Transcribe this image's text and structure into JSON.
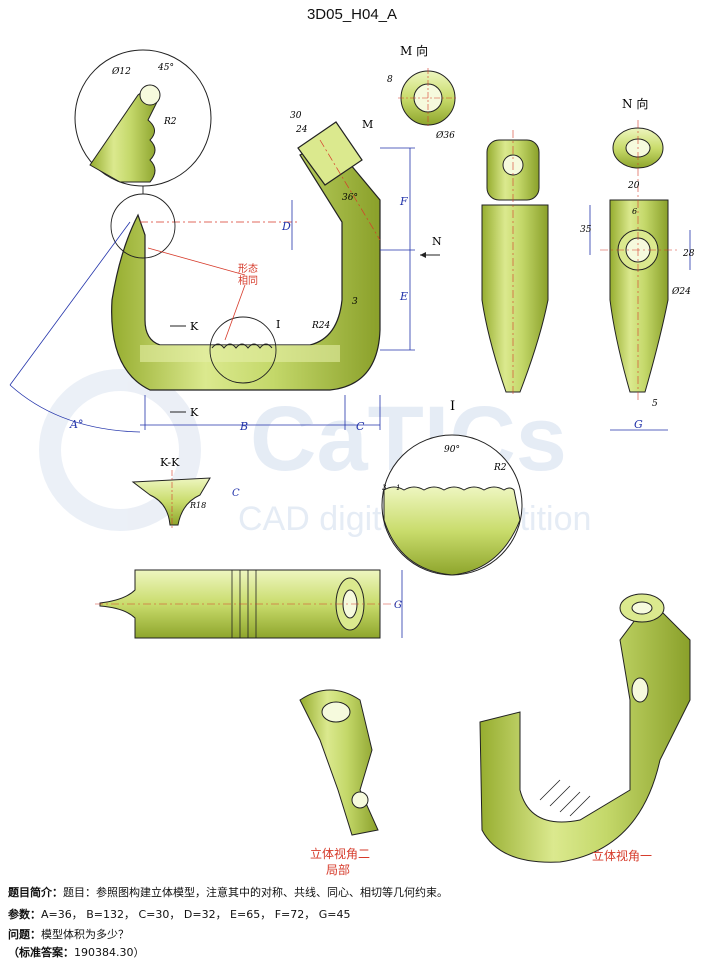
{
  "title": "3D05_H04_A",
  "views": {
    "m_view": "M 向",
    "n_view": "N 向",
    "section_kk": "K-K",
    "detail_i": "I",
    "note_same_shape": "形态\n相同",
    "view3d_two": "立体视角二\n局部",
    "view3d_one": "立体视角一"
  },
  "labels": {
    "M": "M",
    "N": "N",
    "K": "K",
    "I": "I",
    "A": "A°",
    "B": "B",
    "C": "C",
    "D": "D",
    "E": "E",
    "F": "F",
    "G": "G"
  },
  "dims": {
    "d12": "Ø12",
    "deg45": "45°",
    "r2": "R2",
    "d30": "30",
    "d24": "24",
    "deg36": "36°",
    "d8": "8",
    "d36": "Ø36",
    "d3": "3",
    "r24": "R24",
    "d20": "20",
    "d6": "6",
    "d35": "35",
    "d28": "28",
    "dia24": "Ø24",
    "d5": "5",
    "deg90": "90°",
    "r2b": "R2",
    "d3b": "3",
    "d1": "1",
    "r18": "R18"
  },
  "watermark": {
    "big": "CaTICs",
    "small": "CAD digital competition"
  },
  "info": {
    "intro_label": "题目简介：",
    "intro_text": "题目：参照图构建立体模型，注意其中的对称、共线、同心、相切等几何约束。",
    "params_label": "参数：",
    "params_text": "A=36，  B=132，  C=30，  D=32，  E=65，  F=72，  G=45",
    "question_label": "问题：",
    "question_text": "模型体积为多少？",
    "answer_label": "（标准答案：",
    "answer_text": "190384.30）"
  },
  "colors": {
    "body": "#cfe07a",
    "dark": "#8aa02a",
    "light": "#f0f7c8",
    "dim": "#2233aa",
    "center": "#d63a2a",
    "watermark": "#dde6f2"
  }
}
